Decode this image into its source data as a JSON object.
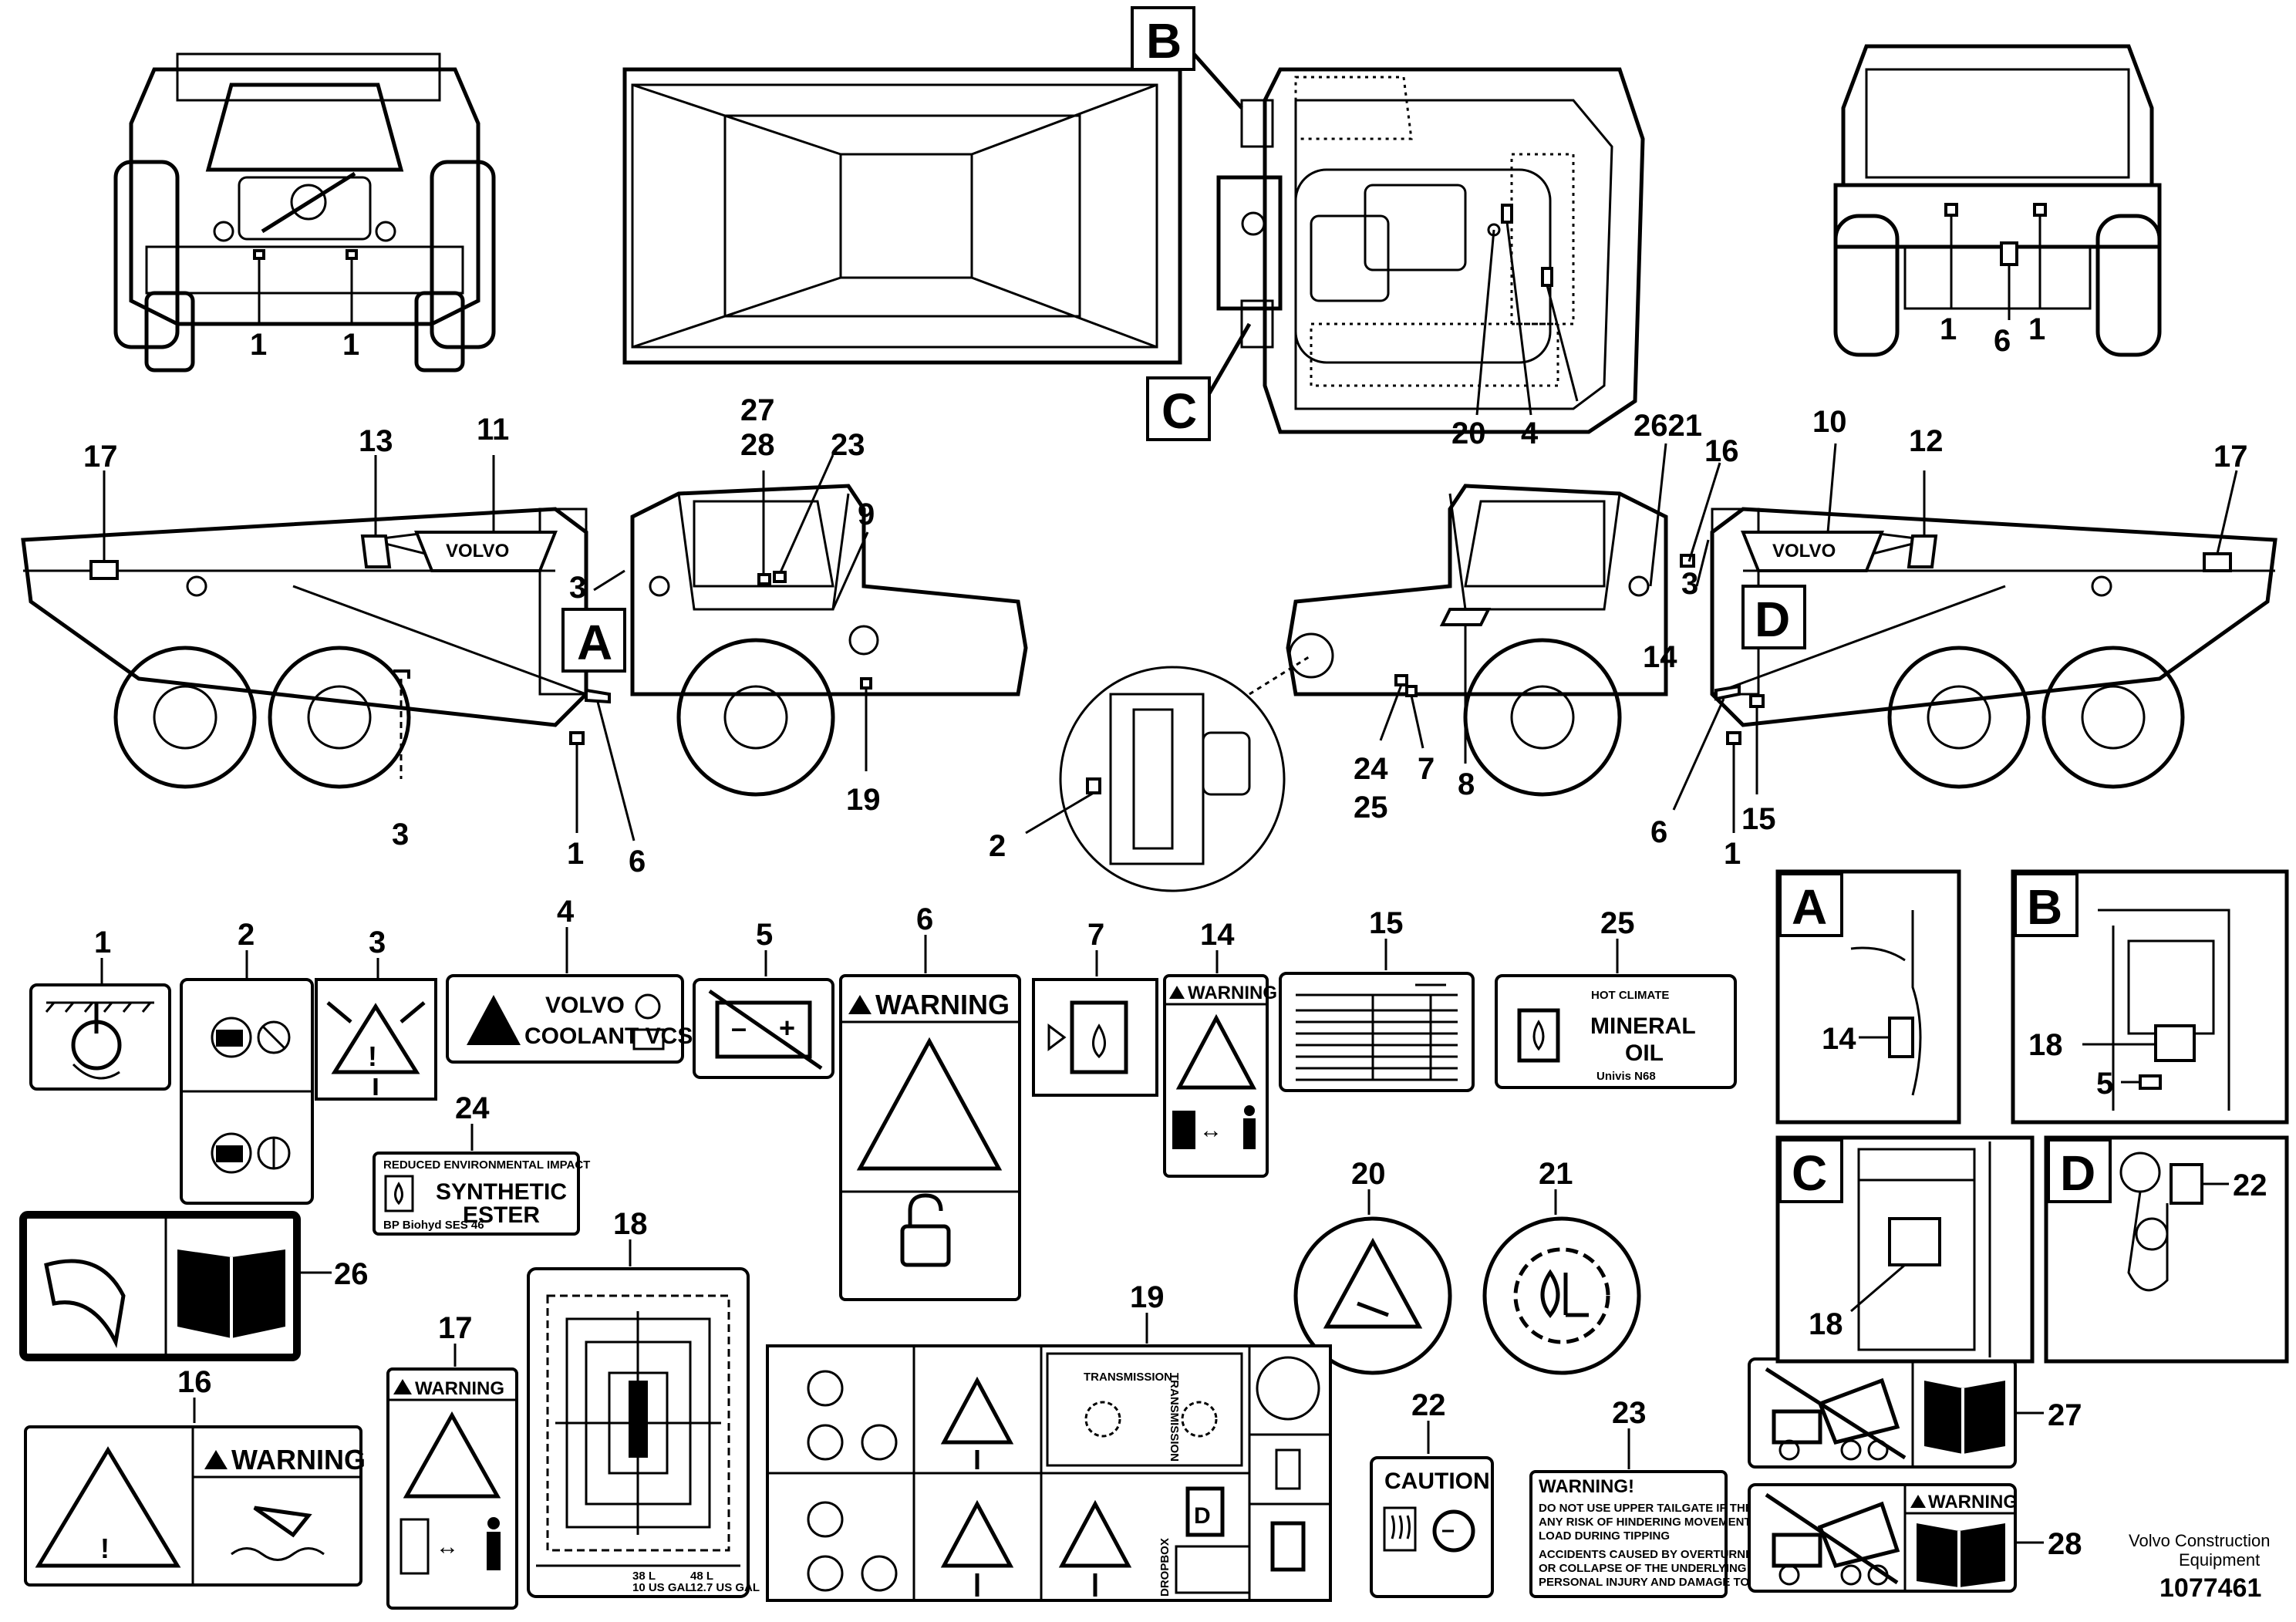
{
  "callouts": {
    "n1": "1",
    "n2": "2",
    "n3": "3",
    "n4": "4",
    "n5": "5",
    "n6": "6",
    "n7": "7",
    "n8": "8",
    "n9": "9",
    "n10": "10",
    "n11": "11",
    "n12": "12",
    "n13": "13",
    "n14": "14",
    "n15": "15",
    "n16": "16",
    "n17": "17",
    "n18": "18",
    "n19": "19",
    "n20": "20",
    "n21": "21",
    "n22": "22",
    "n23": "23",
    "n24": "24",
    "n25": "25",
    "n26": "26",
    "n27": "27",
    "n28": "28",
    "n2621": "2621"
  },
  "views": {
    "A": "A",
    "B": "B",
    "C": "C",
    "D": "D"
  },
  "decals": {
    "volvo_logo": "VOLVO",
    "coolant_line1": "VOLVO",
    "coolant_line2": "COOLANT VCS",
    "warning": "WARNING",
    "synthetic_header": "REDUCED ENVIRONMENTAL IMPACT",
    "synthetic_line1": "SYNTHETIC",
    "synthetic_line2": "ESTER",
    "synthetic_footer": "BP Biohyd SES 46",
    "hot_climate": "HOT CLIMATE",
    "mineral_line1": "MINERAL",
    "mineral_line2": "OIL",
    "mineral_footer": "Univis N68",
    "transmission_a": "TRANSMISSION",
    "transmission_b": "TRANSMISSION",
    "dropbox": "DROPBOX",
    "caution": "CAUTION",
    "warning_title": "WARNING!",
    "warning_text": [
      "DO NOT USE UPPER TAILGATE IF THERE IS",
      "ANY RISK OF HINDERING MOVEMENT OF THE",
      "LOAD DURING TIPPING",
      "ACCIDENTS CAUSED BY OVERTURNING OF THE MACHINE",
      "OR COLLAPSE OF THE UNDERLYING GROUND MAY CAUSE",
      "PERSONAL INJURY AND DAMAGE TO THE MACHINE"
    ],
    "cap_38": "38 L",
    "cap_10": "10 US GAL",
    "cap_48": "48 L",
    "cap_127": "12.7 US GAL"
  },
  "footer": {
    "company_line1": "Volvo Construction",
    "company_line2": "Equipment",
    "part_number": "1077461"
  }
}
